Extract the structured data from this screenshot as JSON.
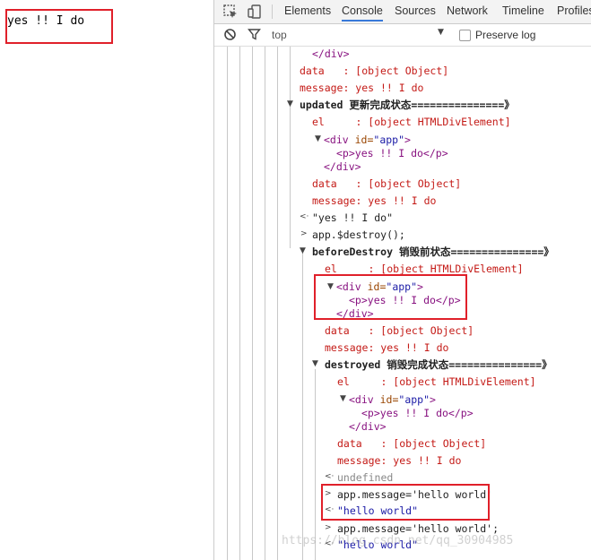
{
  "page": {
    "text": "yes !! I do"
  },
  "toolbar": {
    "tabs": [
      "Elements",
      "Console",
      "Sources",
      "Network",
      "Timeline",
      "Profiles"
    ],
    "active_tab": "Console"
  },
  "filter": {
    "context": "top",
    "preserve_log_label": "Preserve log"
  },
  "console": {
    "l1": "</div>",
    "l2": "data   : [object Object]",
    "l3": "message: yes !! I do",
    "l4_kw": "updated",
    "l4_rest": " 更新完成状态===============》",
    "l5": "el     : [object HTMLDivElement]",
    "l6_open": "<div",
    "l6_attr": " id=",
    "l6_val": "\"app\"",
    "l6_close": ">",
    "l7": "<p>yes !! I do</p>",
    "l8": "</div>",
    "l9": "data   : [object Object]",
    "l10": "message: yes !! I do",
    "l11": "\"yes !! I do\"",
    "l12": "app.$destroy();",
    "l13_kw": "beforeDestroy",
    "l13_rest": " 销毁前状态===============》",
    "l14": "el     : [object HTMLDivElement]",
    "l15_open": "<div",
    "l15_attr": " id=",
    "l15_val": "\"app\"",
    "l15_close": ">",
    "l16": "<p>yes !! I do</p>",
    "l17": "</div>",
    "l18": "data   : [object Object]",
    "l19": "message: yes !! I do",
    "l20_kw": "destroyed",
    "l20_rest": " 销毁完成状态===============》",
    "l21": "el     : [object HTMLDivElement]",
    "l22_open": "<div",
    "l22_attr": " id=",
    "l22_val": "\"app\"",
    "l22_close": ">",
    "l23": "<p>yes !! I do</p>",
    "l24": "</div>",
    "l25": "data   : [object Object]",
    "l26": "message: yes !! I do",
    "l27": "undefined",
    "l28": "app.message='hello world'",
    "l29": "\"hello world\"",
    "l30": "app.message='hello world';",
    "l31": "\"hello world\""
  },
  "watermark": "https://blog.csdn.net/qq_30904985"
}
